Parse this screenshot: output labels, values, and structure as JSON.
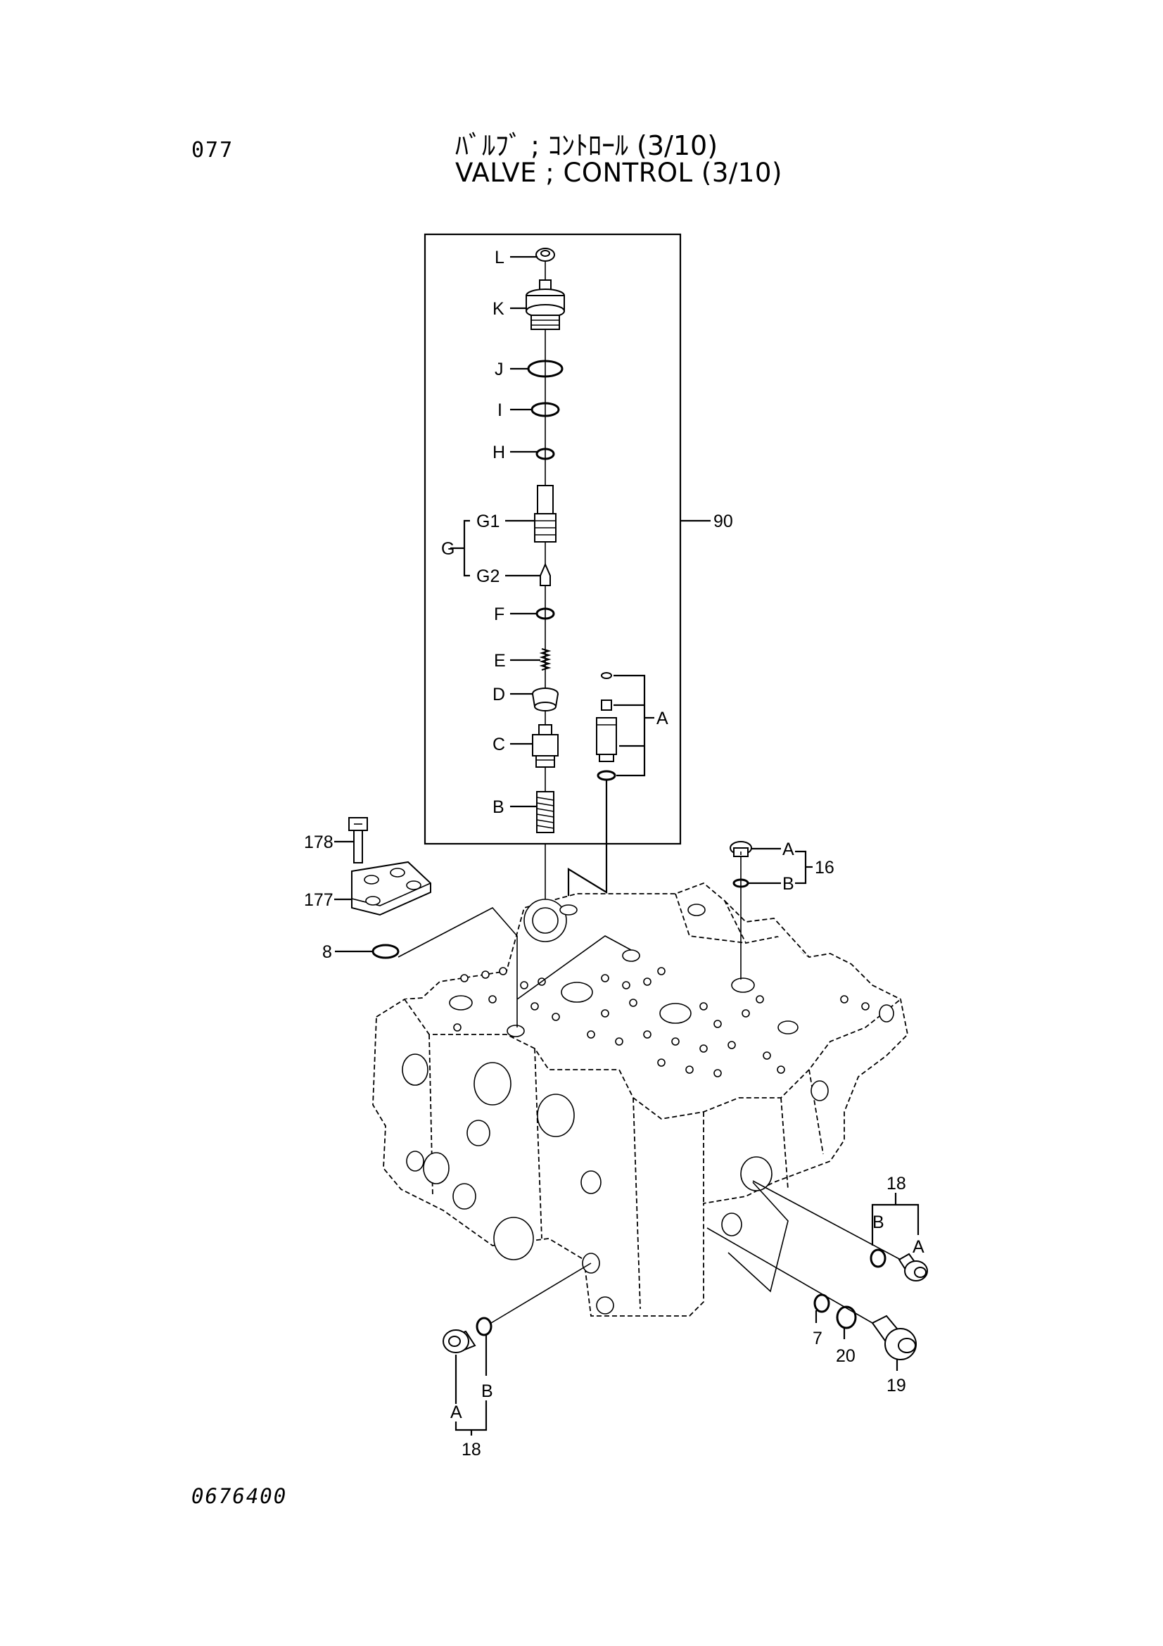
{
  "header": {
    "page_number": "077",
    "title_jp": "ﾊﾞﾙﾌﾞ ; ｺﾝﾄﾛｰﾙ (3/10)",
    "title_en": "VALVE ; CONTROL (3/10)"
  },
  "footer": {
    "drawing_code": "0676400"
  },
  "kit": {
    "number": "90",
    "parts": [
      "L",
      "K",
      "J",
      "I",
      "H",
      "G1",
      "G",
      "G2",
      "F",
      "E",
      "D",
      "C",
      "B"
    ],
    "sub_group": "A"
  },
  "callouts": {
    "p178": "178",
    "p177": "177",
    "p8": "8",
    "p16": "16",
    "p16_a": "A",
    "p16_b": "B",
    "p18_right": "18",
    "p18_right_a": "A",
    "p18_right_b": "B",
    "p18_left": "18",
    "p18_left_a": "A",
    "p18_left_b": "B",
    "p7": "7",
    "p20": "20",
    "p19": "19"
  }
}
